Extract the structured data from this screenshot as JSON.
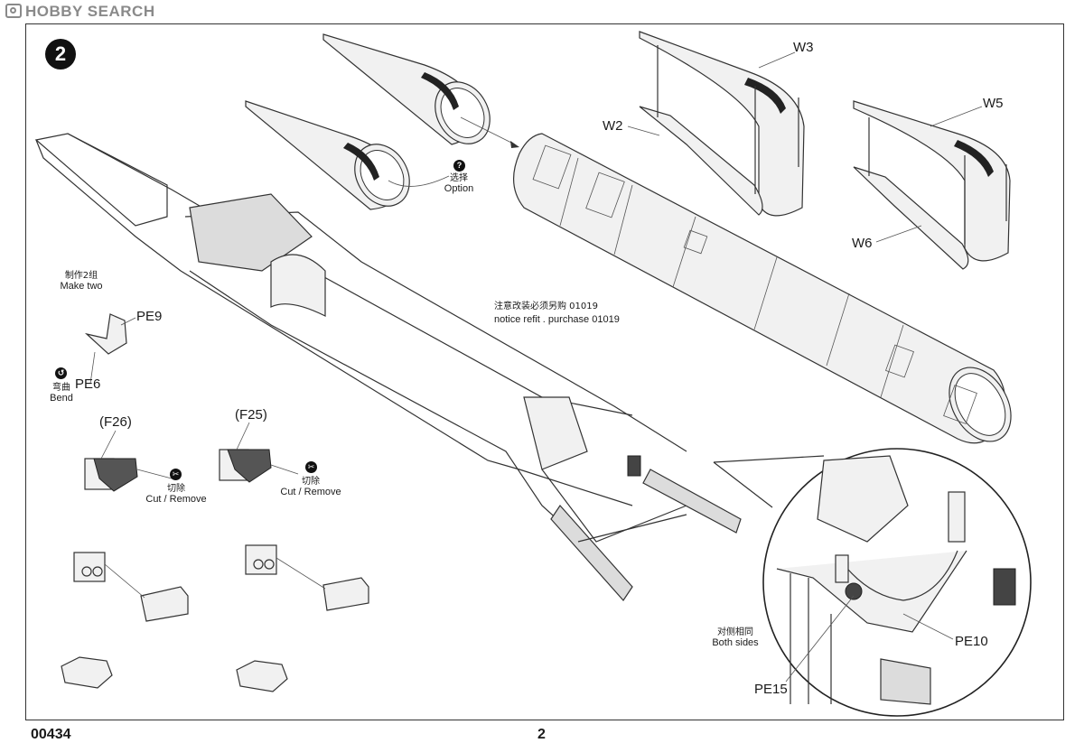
{
  "header": {
    "brand": "HOBBY SEARCH"
  },
  "step": {
    "number": "2"
  },
  "labels": {
    "w3": "W3",
    "w2": "W2",
    "w5": "W5",
    "w6": "W6",
    "pe9": "PE9",
    "pe6": "PE6",
    "pe10": "PE10",
    "pe15": "PE15",
    "f26": "(F26)",
    "f25": "(F25)"
  },
  "notes": {
    "option_cn": "选择",
    "option_en": "Option",
    "make_two_cn": "制作2组",
    "make_two_en": "Make two",
    "bend_cn": "弯曲",
    "bend_en": "Bend",
    "cut1_cn": "切除",
    "cut1_en": "Cut / Remove",
    "cut2_cn": "切除",
    "cut2_en": "Cut / Remove",
    "refit_cn": "注意改装必须另购  01019",
    "refit_en": "notice refit . purchase 01019",
    "both_sides_cn": "对侧相同",
    "both_sides_en": "Both sides"
  },
  "icons": {
    "option": "question-icon",
    "bend": "bend-icon",
    "cut1": "cut-icon",
    "cut2": "cut-icon"
  },
  "footer": {
    "code": "00434",
    "page": "2"
  }
}
